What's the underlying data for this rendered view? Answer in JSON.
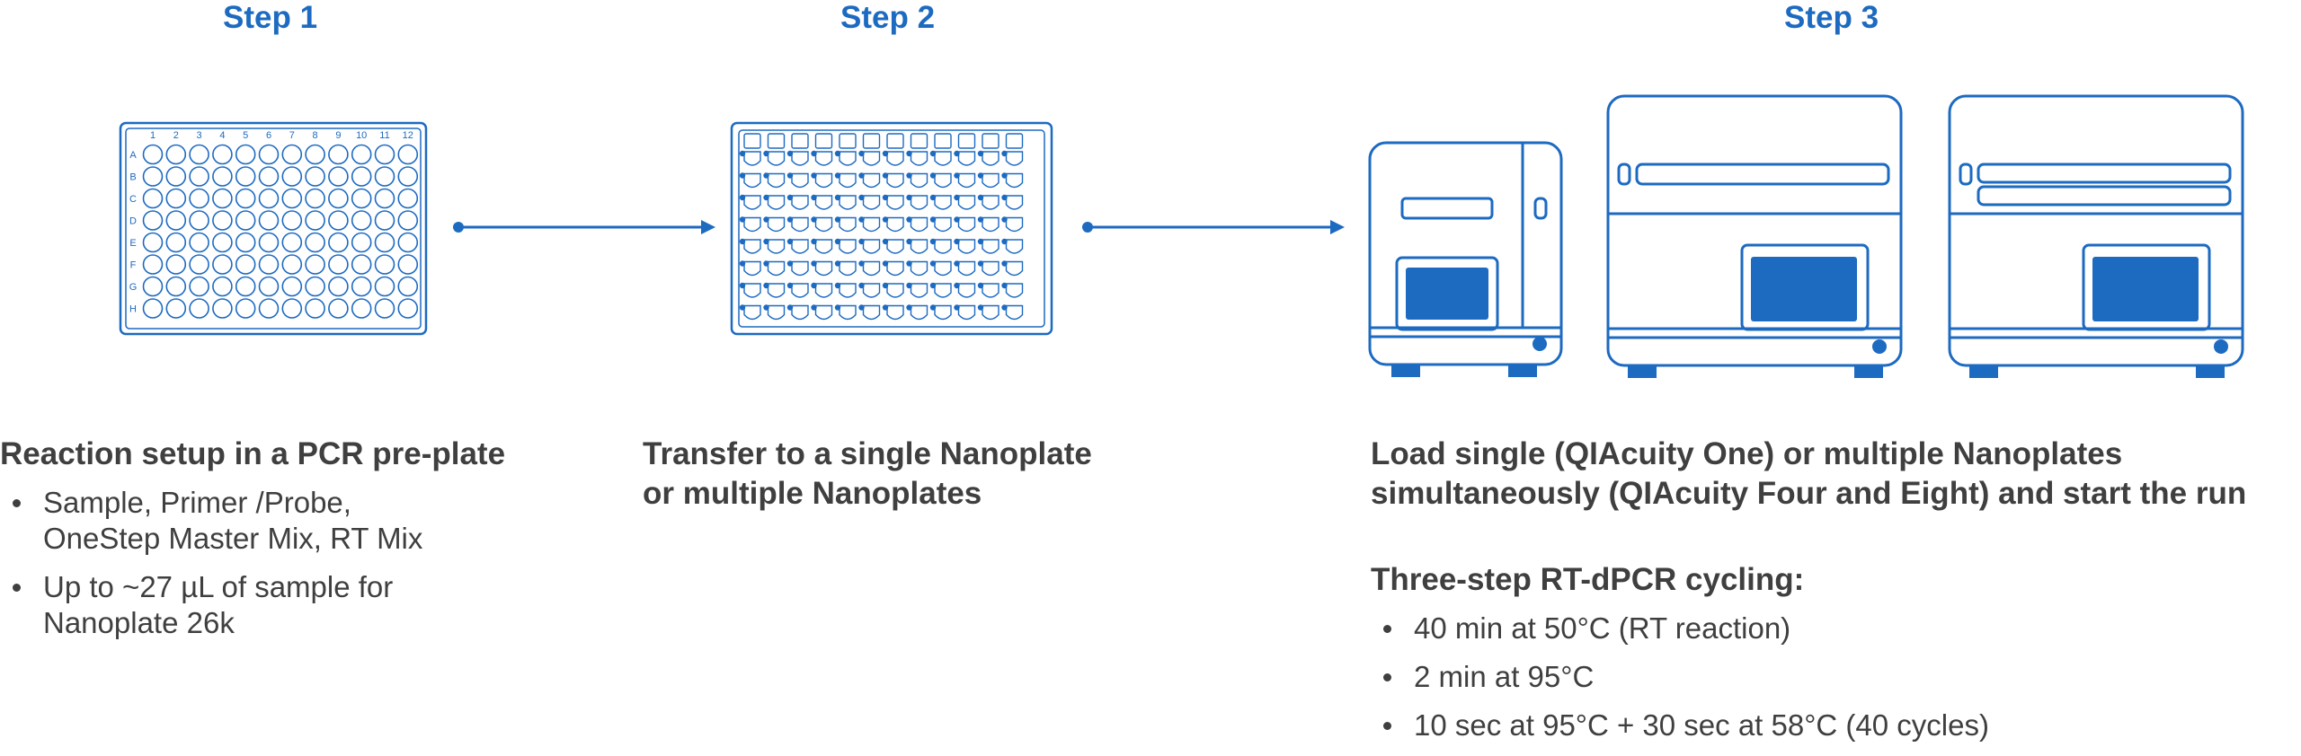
{
  "steps": [
    {
      "title": "Step 1",
      "heading": "Reaction setup in a PCR pre-plate",
      "bullets": [
        [
          "Sample, Primer /Probe,",
          "OneStep Master Mix, RT Mix"
        ],
        [
          "Up to ~27 µL of sample for",
          "Nanoplate 26k"
        ]
      ]
    },
    {
      "title": "Step 2",
      "heading_lines": [
        "Transfer to a single Nanoplate",
        "or multiple Nanoplates"
      ]
    },
    {
      "title": "Step 3",
      "heading_lines": [
        "Load single (QIAcuity One) or multiple Nanoplates",
        "simultaneously (QIAcuity Four and Eight) and start the run"
      ],
      "subheading": "Three-step RT-dPCR cycling:",
      "bullets": [
        "40 min at 50°C (RT reaction)",
        "2 min at 95°C",
        "10 sec at 95°C + 30 sec at 58°C (40 cycles)"
      ]
    }
  ],
  "plate": {
    "columns": [
      "1",
      "2",
      "3",
      "4",
      "5",
      "6",
      "7",
      "8",
      "9",
      "10",
      "11",
      "12"
    ],
    "rows": [
      "A",
      "B",
      "C",
      "D",
      "E",
      "F",
      "G",
      "H"
    ]
  },
  "colors": {
    "accent": "#1d6ac1",
    "text": "#3f3f3f"
  },
  "icons": [
    "pcr-plate-icon",
    "nanoplate-icon",
    "arrow-icon",
    "qiacuity-one-icon",
    "qiacuity-four-icon",
    "qiacuity-eight-icon"
  ]
}
